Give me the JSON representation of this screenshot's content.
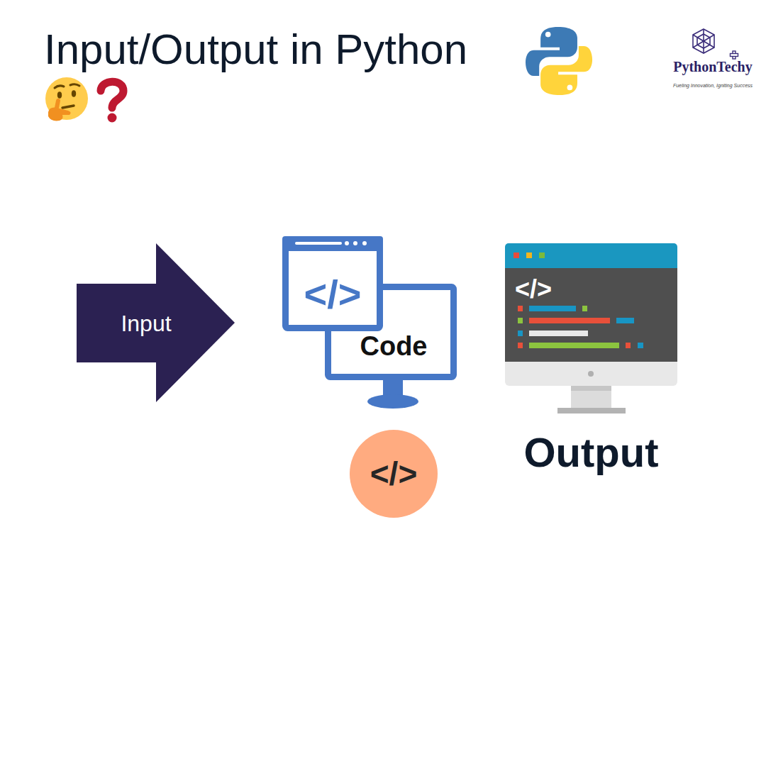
{
  "diagram": {
    "title": "Input/Output in Python",
    "nodes": [
      {
        "text": [
          "Input"
        ]
      },
      {
        "text": [
          "</>"
        ]
      },
      {
        "text": [
          "Code"
        ]
      },
      {
        "text": [
          "</>"
        ]
      },
      {
        "text": [
          "</>",
          "Output"
        ]
      }
    ],
    "labels": [
      "PythonTechy",
      "Fueling Innovation, Igniting Success"
    ]
  }
}
